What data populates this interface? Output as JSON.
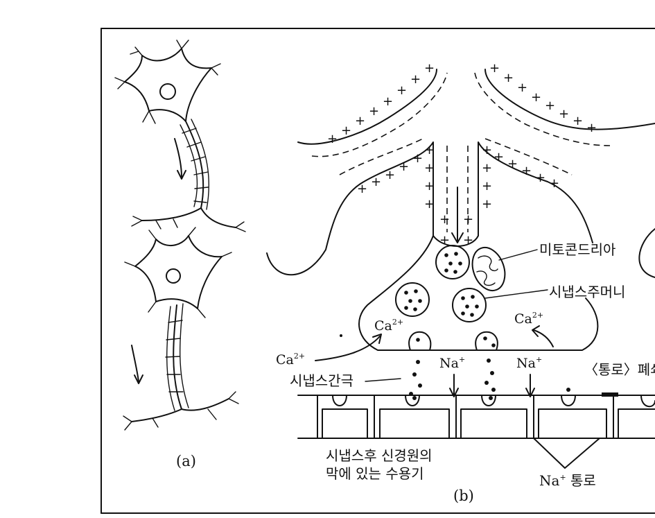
{
  "labels": {
    "panel_a": "(a)",
    "panel_b": "(b)",
    "mitochondria": "미토콘드리아",
    "synaptic_vesicle": "시냅스주머니",
    "synaptic_cleft": "시냅스간극",
    "channel_closed": "〈통로〉폐쇄",
    "receptor_line1": "시냅스후 신경원의",
    "receptor_line2": "막에 있는 수용기",
    "na_channel_base": "Na",
    "na_channel_sup": "+",
    "na_channel_word": "통로"
  },
  "ions": {
    "ca_base": "Ca",
    "ca_sup": "2+",
    "na_base": "Na",
    "na_sup": "+"
  },
  "charges": {
    "plus": "+"
  }
}
